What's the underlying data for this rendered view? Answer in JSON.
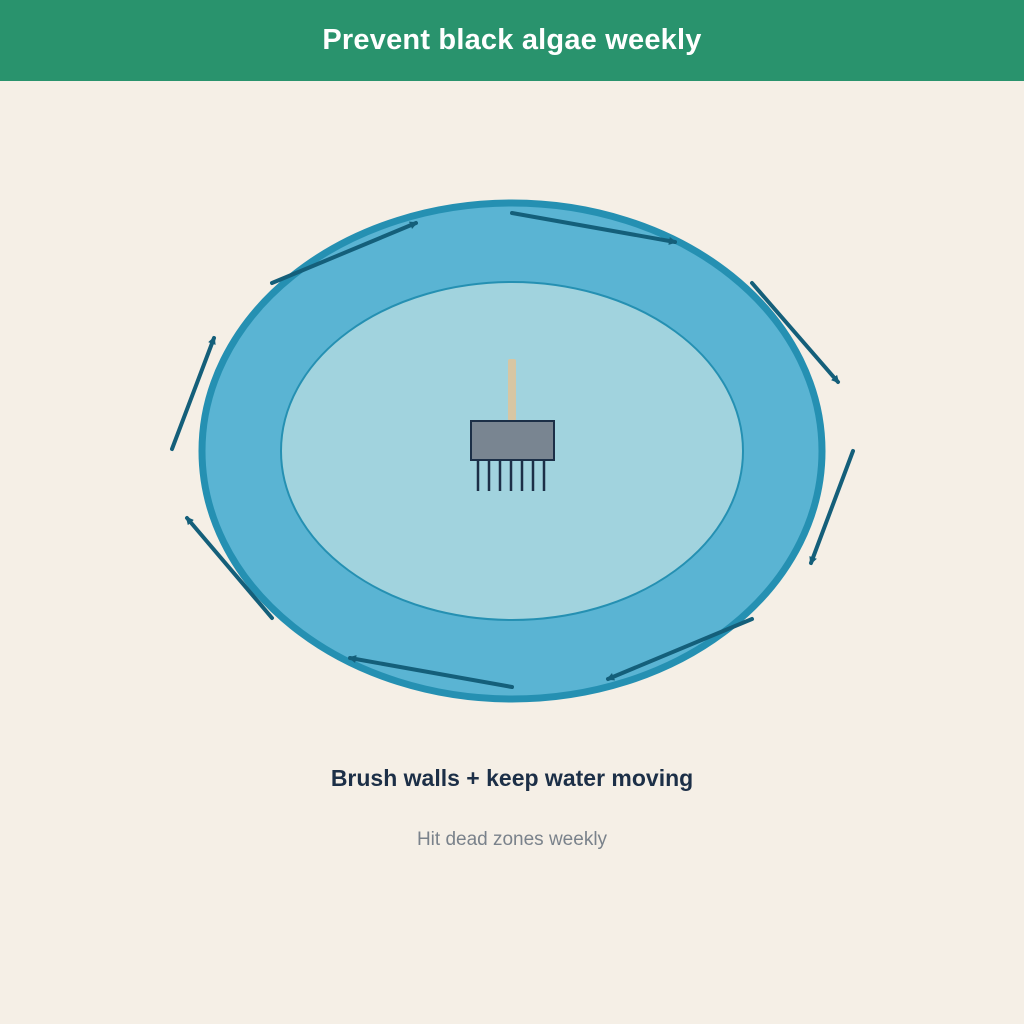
{
  "header": {
    "title": "Prevent black algae weekly"
  },
  "caption": {
    "main": "Brush walls + keep water moving",
    "sub": "Hit dead zones weekly"
  },
  "colors": {
    "header_bg": "#29936d",
    "page_bg": "#f5efe6",
    "pool_outer": "#5ab4d3",
    "pool_rim": "#2590b2",
    "pool_inner": "#a1d3de",
    "arrow": "#145f7a",
    "brush_head": "#798591",
    "brush_handle": "#d7c6a3",
    "bristles": "#1c2f47"
  },
  "icons": {
    "brush": "pool-brush-icon",
    "flow": "water-flow-arrow-icon"
  }
}
